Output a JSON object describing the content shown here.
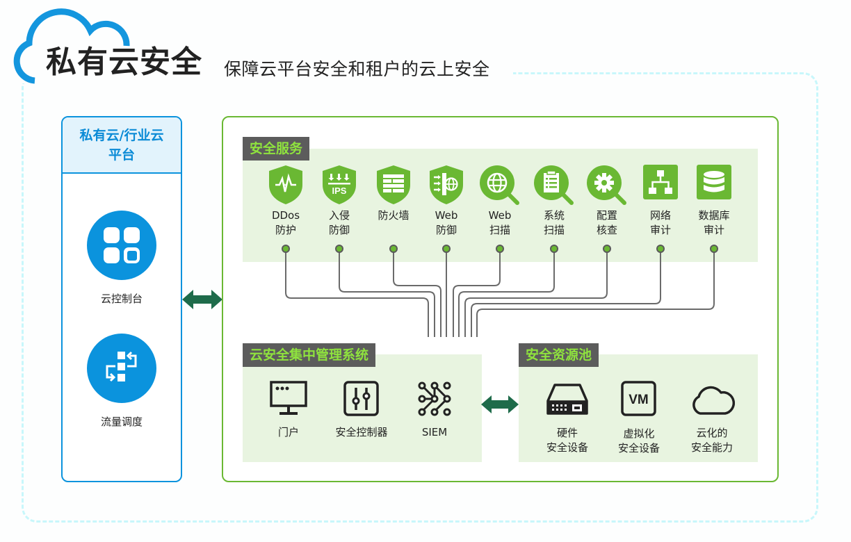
{
  "header": {
    "title": "私有云安全",
    "subtitle": "保障云平台安全和租户的云上安全",
    "logo_icon": "cloud-outline-icon"
  },
  "colors": {
    "brand_blue": "#0b93dd",
    "brand_green": "#6ab833",
    "tag_text_green": "#8fe33e",
    "tag_bg": "#5c5c5c",
    "section_bg": "#e8f4e0",
    "arrow_green": "#1e6b4a",
    "dash_border": "#c8f7fb"
  },
  "left_panel": {
    "title_line1": "私有云/行业云",
    "title_line2": "平台",
    "items": [
      {
        "label": "云控制台",
        "icon": "console-grid-icon"
      },
      {
        "label": "流量调度",
        "icon": "traffic-dispatch-icon"
      }
    ]
  },
  "security_services": {
    "tag": "安全服务",
    "items": [
      {
        "line1": "DDos",
        "line2": "防护",
        "icon": "ddos-shield-icon"
      },
      {
        "line1": "入侵",
        "line2": "防御",
        "icon": "ips-shield-icon"
      },
      {
        "line1": "防火墙",
        "line2": "",
        "icon": "firewall-shield-icon"
      },
      {
        "line1": "Web",
        "line2": "防御",
        "icon": "web-defense-shield-icon"
      },
      {
        "line1": "Web",
        "line2": "扫描",
        "icon": "web-scan-magnifier-icon"
      },
      {
        "line1": "系统",
        "line2": "扫描",
        "icon": "system-scan-magnifier-icon"
      },
      {
        "line1": "配置",
        "line2": "核查",
        "icon": "config-check-magnifier-icon"
      },
      {
        "line1": "网络",
        "line2": "审计",
        "icon": "network-audit-icon"
      },
      {
        "line1": "数据库",
        "line2": "审计",
        "icon": "database-audit-icon"
      }
    ]
  },
  "management_system": {
    "tag": "云安全集中管理系统",
    "items": [
      {
        "label": "门户",
        "icon": "portal-monitor-icon"
      },
      {
        "label": "安全控制器",
        "icon": "security-controller-icon"
      },
      {
        "label": "SIEM",
        "icon": "siem-network-icon"
      }
    ]
  },
  "resource_pool": {
    "tag": "安全资源池",
    "items": [
      {
        "line1": "硬件",
        "line2": "安全设备",
        "icon": "hardware-appliance-icon"
      },
      {
        "line1": "虚拟化",
        "line2": "安全设备",
        "icon": "vm-icon",
        "icon_text": "VM"
      },
      {
        "line1": "云化的",
        "line2": "安全能力",
        "icon": "cloud-outline-icon"
      }
    ]
  }
}
